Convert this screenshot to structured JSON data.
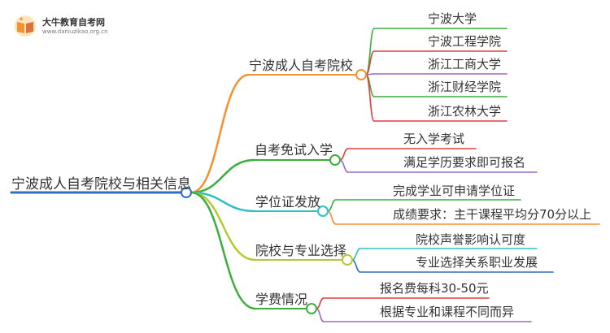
{
  "watermark": {
    "title": "大牛教育自考网",
    "url": "www.daniuzikao.org.cn",
    "icon": "book-logo-icon"
  },
  "mindmap": {
    "root": "宁波成人自考院校与相关信息",
    "branches": [
      {
        "label": "宁波成人自考院校",
        "color": "#f39233",
        "children": [
          {
            "label": "宁波大学",
            "color": "#3cae3c"
          },
          {
            "label": "宁波工程学院",
            "color": "#e0403a"
          },
          {
            "label": "浙江工商大学",
            "color": "#9b6ac8"
          },
          {
            "label": "浙江财经学院",
            "color": "#3cae3c"
          },
          {
            "label": "浙江农林大学",
            "color": "#e0403a"
          }
        ]
      },
      {
        "label": "自考免试入学",
        "color": "#3cae3c",
        "children": [
          {
            "label": "无入学考试",
            "color": "#e0403a"
          },
          {
            "label": "满足学历要求即可报名",
            "color": "#9b6ac8"
          }
        ]
      },
      {
        "label": "学位证发放",
        "color": "#2ec0c8",
        "children": [
          {
            "label": "完成学业可申请学位证",
            "color": "#3cae3c"
          },
          {
            "label": "成绩要求：主干课程平均分70分以上",
            "color": "#f39233"
          }
        ]
      },
      {
        "label": "院校与专业选择",
        "color": "#b8c832",
        "children": [
          {
            "label": "院校声誉影响认可度",
            "color": "#2ec0c8"
          },
          {
            "label": "专业选择关系职业发展",
            "color": "#2f6fc0"
          }
        ]
      },
      {
        "label": "学费情况",
        "color": "#3cae3c",
        "children": [
          {
            "label": "报名费每科30-50元",
            "color": "#e0403a"
          },
          {
            "label": "根据专业和课程不同而异",
            "color": "#9b6ac8"
          }
        ]
      }
    ]
  }
}
